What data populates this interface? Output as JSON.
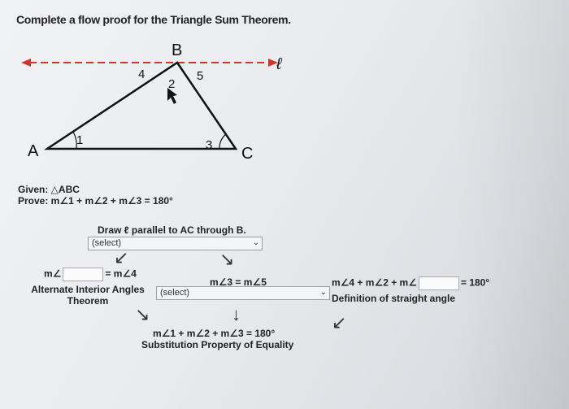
{
  "title": "Complete a flow proof for the Triangle Sum Theorem.",
  "diagram": {
    "vertex_b": "B",
    "vertex_a": "A",
    "vertex_c": "C",
    "line_label": "ℓ",
    "angle_4": "4",
    "angle_2": "2",
    "angle_5": "5",
    "angle_1": "1",
    "angle_3": "3"
  },
  "given": "Given: △ABC",
  "prove": "Prove: m∠1 + m∠2 + m∠3 = 180°",
  "step1": {
    "text": "Draw ℓ parallel to AC through B.",
    "select": "(select)"
  },
  "step2": {
    "prefix": "m∠",
    "suffix": "= m∠4",
    "reason_line1": "Alternate Interior Angles",
    "reason_line2": "Theorem"
  },
  "step3": {
    "statement": "m∠3 = m∠5",
    "select": "(select)"
  },
  "step4": {
    "prefix": "m∠4 + m∠2 + m∠",
    "suffix": "= 180°",
    "reason": "Definition of straight angle"
  },
  "step5": {
    "statement": "m∠1 + m∠2 + m∠3 = 180°",
    "reason": "Substitution Property of Equality"
  }
}
